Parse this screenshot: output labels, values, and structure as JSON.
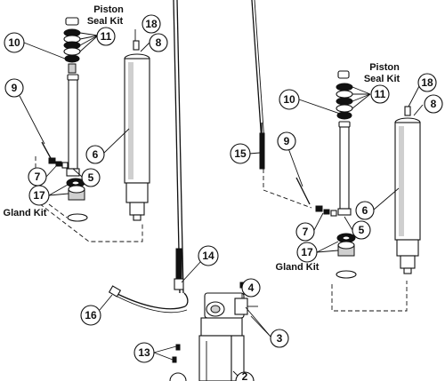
{
  "callouts": {
    "c2": "2",
    "c3": "3",
    "c4": "4",
    "c5_left": "5",
    "c5_right": "5",
    "c6_left": "6",
    "c6_right": "6",
    "c7_left": "7",
    "c7_right": "7",
    "c8_left": "8",
    "c8_right": "8",
    "c9_left": "9",
    "c9_right": "9",
    "c10_left": "10",
    "c10_right": "10",
    "c11_left": "11",
    "c11_right": "11",
    "c13": "13",
    "c14": "14",
    "c15": "15",
    "c16": "16",
    "c17_left": "17",
    "c17_right": "17",
    "c18_left": "18",
    "c18_right": "18"
  },
  "labels": {
    "piston_seal_kit_left_line1": "Piston",
    "piston_seal_kit_left_line2": "Seal Kit",
    "piston_seal_kit_right_line1": "Piston",
    "piston_seal_kit_right_line2": "Seal Kit",
    "gland_kit_left": "Gland Kit",
    "gland_kit_right": "Gland Kit"
  }
}
